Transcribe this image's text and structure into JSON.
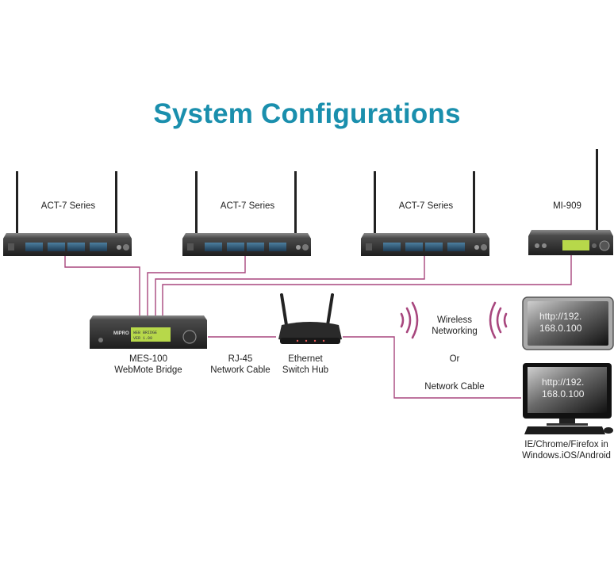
{
  "title": "System Configurations",
  "colors": {
    "title": "#1a8fad",
    "cable": "#a8477e",
    "device_body": "#2b2b2b",
    "lcd": "#b7d84a",
    "text": "#222222"
  },
  "devices": {
    "receiver_1": {
      "label": "ACT-7 Series",
      "icon": "dual-antenna-receiver-icon"
    },
    "receiver_2": {
      "label": "ACT-7 Series",
      "icon": "dual-antenna-receiver-icon"
    },
    "receiver_3": {
      "label": "ACT-7 Series",
      "icon": "dual-antenna-receiver-icon"
    },
    "receiver_4": {
      "label": "MI-909",
      "icon": "single-antenna-receiver-icon"
    },
    "bridge": {
      "label_line1": "MES-100",
      "label_line2": "WebMote Bridge",
      "brand": "MIPRO",
      "lcd_line1": "WEB BRIDGE",
      "lcd_line2": "VER 1.00"
    },
    "switch": {
      "label_line1": "Ethernet",
      "label_line2": "Switch Hub",
      "icon": "router-icon"
    },
    "tablet": {
      "screen_line1": "http://192.",
      "screen_line2": "168.0.100",
      "icon": "tablet-icon"
    },
    "computer": {
      "screen_line1": "http://192.",
      "screen_line2": "168.0.100",
      "caption_line1": "IE/Chrome/Firefox in",
      "caption_line2": "Windows.iOS/Android",
      "icon": "desktop-computer-icon"
    }
  },
  "connections": {
    "rj45_line1": "RJ-45",
    "rj45_line2": "Network Cable",
    "wireless_line1": "Wireless",
    "wireless_line2": "Networking",
    "or": "Or",
    "network_cable": "Network Cable"
  }
}
